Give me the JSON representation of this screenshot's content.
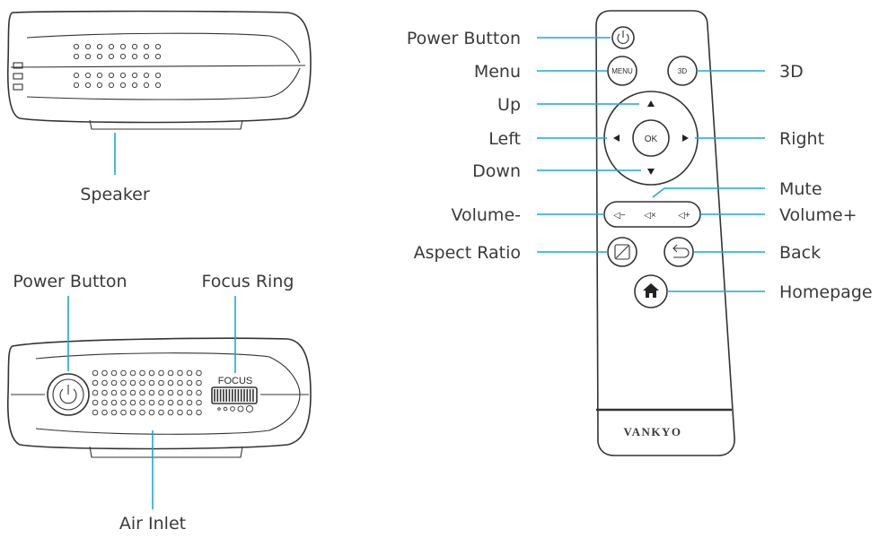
{
  "projector_top": {
    "speaker_label": "Speaker"
  },
  "projector_front": {
    "power_button_label": "Power Button",
    "focus_ring_label": "Focus Ring",
    "focus_text": "FOCUS",
    "air_inlet_label": "Air Inlet"
  },
  "remote": {
    "brand": "VANKYO",
    "buttons": {
      "menu": "MENU",
      "three_d": "3D",
      "ok": "OK",
      "vol_minus": "◁−",
      "mute": "◁×",
      "vol_plus": "◁+"
    },
    "labels_left": {
      "power": "Power Button",
      "menu": "Menu",
      "up": "Up",
      "left": "Left",
      "down": "Down",
      "volume_minus": "Volume-",
      "aspect_ratio": "Aspect Ratio"
    },
    "labels_right": {
      "three_d": "3D",
      "right": "Right",
      "mute": "Mute",
      "volume_plus": "Volume+",
      "back": "Back",
      "homepage": "Homepage"
    }
  },
  "colors": {
    "leader_line": "#1aa9d6",
    "outline": "#333333",
    "label_text": "#3a3a3a"
  }
}
